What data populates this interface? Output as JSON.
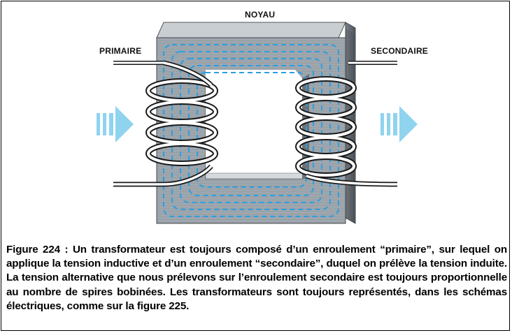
{
  "labels": {
    "core": "NOYAU",
    "primary": "PRIMAIRE",
    "secondary": "SECONDAIRE"
  },
  "caption": "Figure 224 : Un transformateur est toujours composé d’un enroulement “primaire”, sur lequel on applique la tension inductive et d’un enroulement “secondaire”, duquel on prélève la tension induite. La tension alternative que nous prélevons sur l’enroulement secondaire est toujours proportionnelle au nombre de spires bobinées. Les transformateurs sont toujours représentés, dans les schémas électriques, comme sur la figure 225.",
  "colors": {
    "core_face": "#9ea6ae",
    "core_top": "#c9ced3",
    "core_side": "#5f666d",
    "flux_lines": "#2a9fe0",
    "arrows": "#8fd3ef",
    "coil_wire": "#ffffff",
    "coil_outline": "#1a1a1a"
  }
}
